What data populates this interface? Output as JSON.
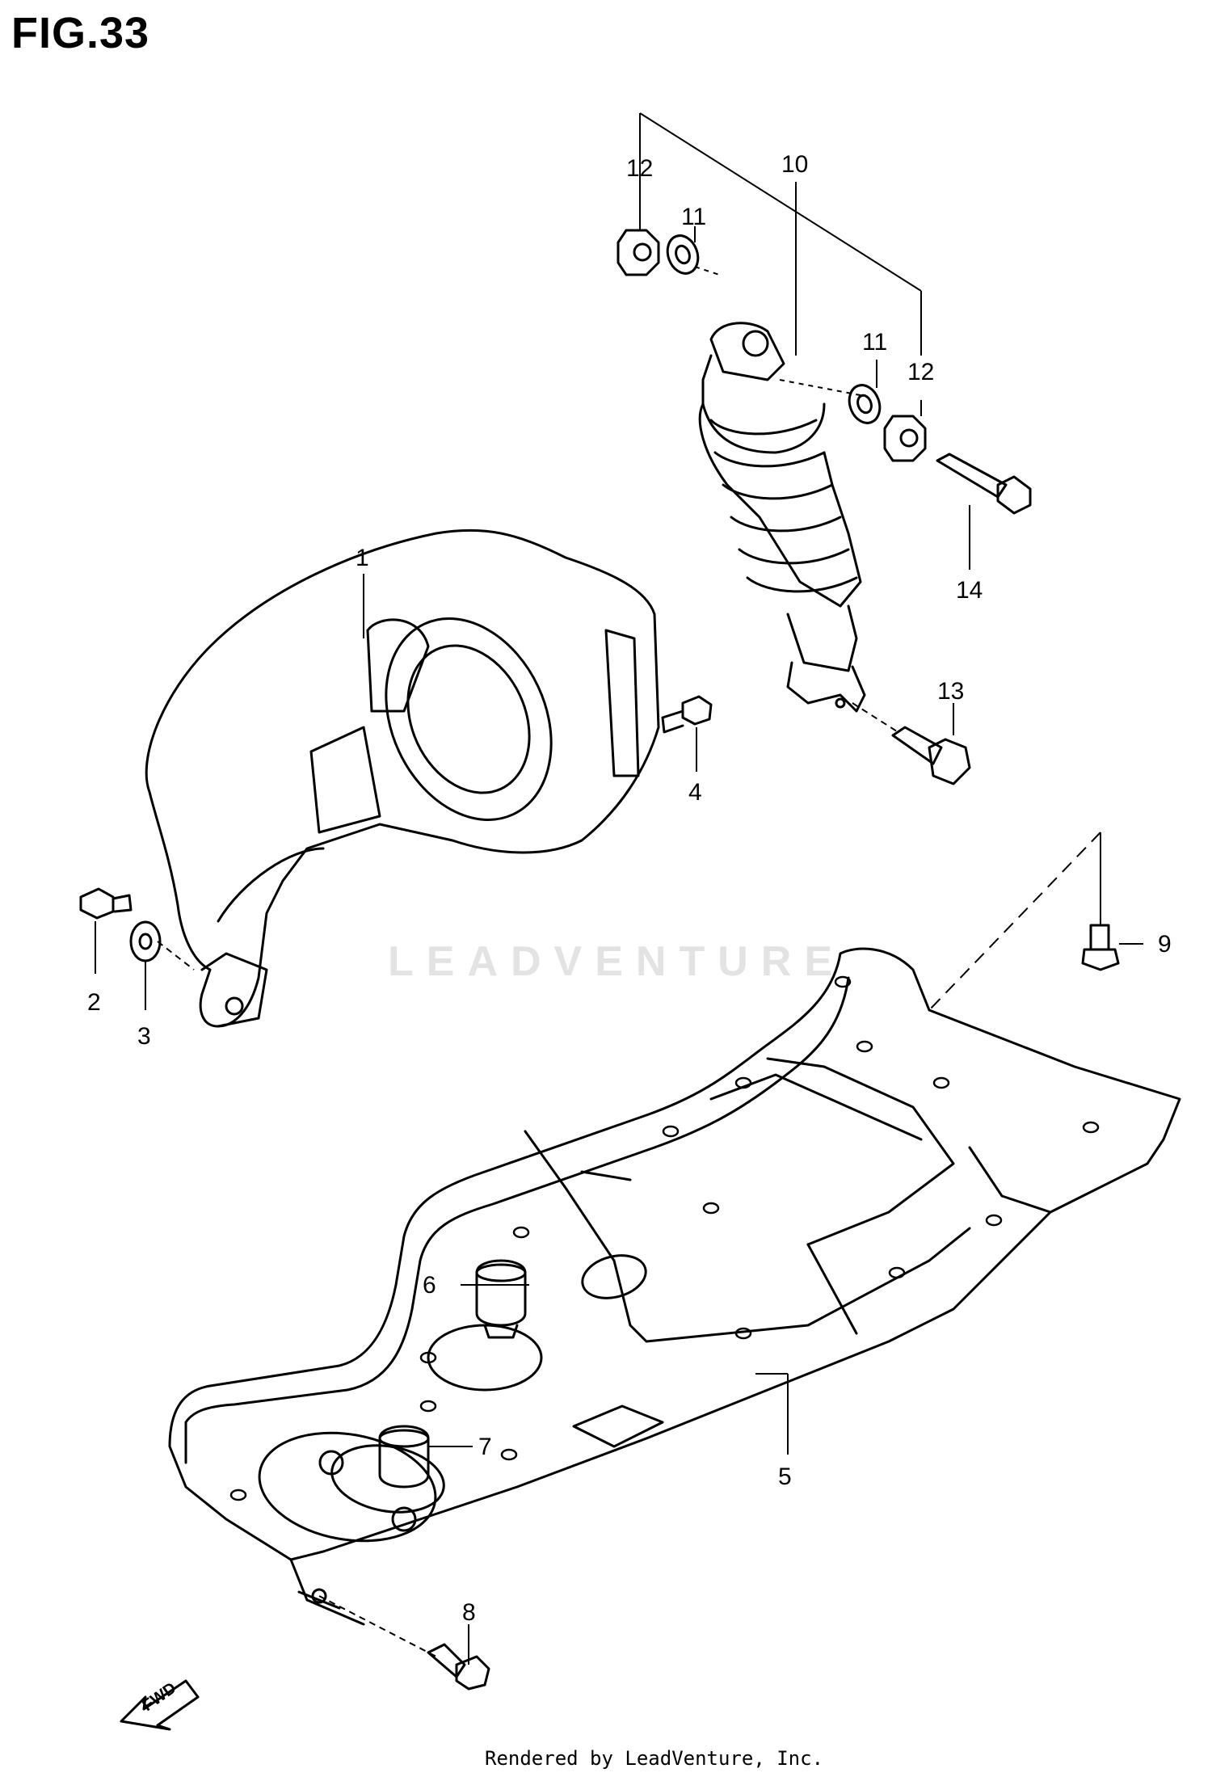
{
  "figure": {
    "title": "FIG.33"
  },
  "watermark": {
    "text": "LEADVENTURE"
  },
  "footer": {
    "text": "Rendered by LeadVenture, Inc."
  },
  "fwd_arrow": {
    "label": "FWD"
  },
  "callouts": [
    {
      "id": "c1",
      "label": "1"
    },
    {
      "id": "c2",
      "label": "2"
    },
    {
      "id": "c3",
      "label": "3"
    },
    {
      "id": "c4",
      "label": "4"
    },
    {
      "id": "c5",
      "label": "5"
    },
    {
      "id": "c6",
      "label": "6"
    },
    {
      "id": "c7",
      "label": "7"
    },
    {
      "id": "c8",
      "label": "8"
    },
    {
      "id": "c9",
      "label": "9"
    },
    {
      "id": "c10",
      "label": "10"
    },
    {
      "id": "c11a",
      "label": "11"
    },
    {
      "id": "c11b",
      "label": "11"
    },
    {
      "id": "c12a",
      "label": "12"
    },
    {
      "id": "c12b",
      "label": "12"
    },
    {
      "id": "c13",
      "label": "13"
    },
    {
      "id": "c14",
      "label": "14"
    }
  ]
}
